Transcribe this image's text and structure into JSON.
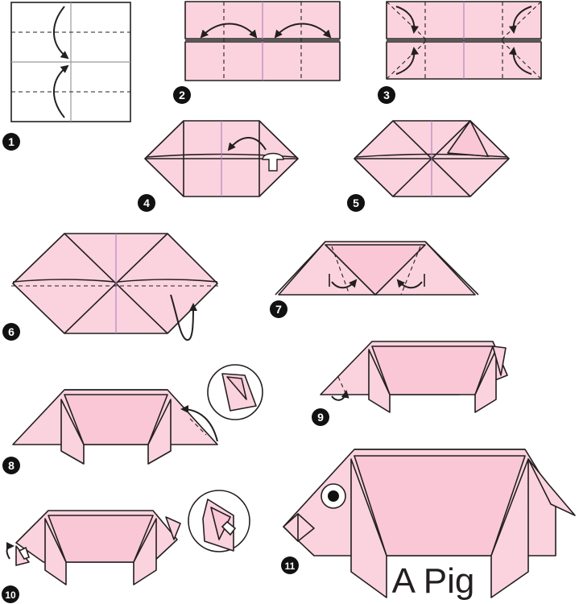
{
  "title": "A Pig",
  "colors": {
    "paper": "#fbd3df",
    "paper_dark": "#f9c7d6",
    "outline": "#231f20",
    "crease": "#b07dba"
  },
  "steps": [
    {
      "label": "1"
    },
    {
      "label": "2"
    },
    {
      "label": "3"
    },
    {
      "label": "4"
    },
    {
      "label": "5"
    },
    {
      "label": "6"
    },
    {
      "label": "7"
    },
    {
      "label": "8"
    },
    {
      "label": "9"
    },
    {
      "label": "10"
    },
    {
      "label": "11"
    }
  ]
}
